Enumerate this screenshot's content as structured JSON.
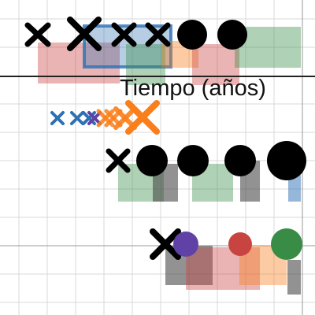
{
  "graph": {
    "x_axis_label": "Tiempo (años)",
    "colors": {
      "black": "#000000",
      "blue": "#2d70b3",
      "red": "#c74440",
      "green": "#388c46",
      "orange": "#fa7e19",
      "purple": "#6042a6",
      "gray": "#4a4a4a"
    },
    "marker_legend": [
      "x-mark",
      "filled-circle",
      "rectangle"
    ]
  }
}
